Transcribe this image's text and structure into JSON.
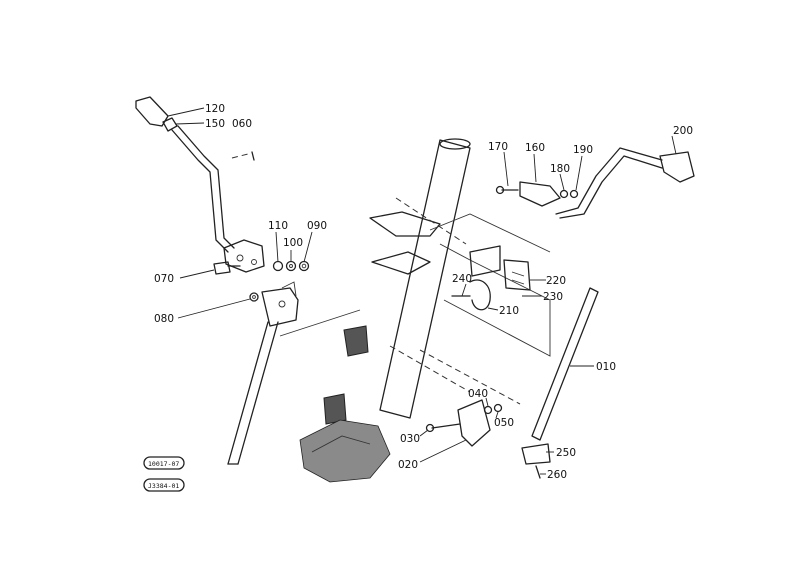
{
  "callouts": [
    {
      "id": "120",
      "text": "120"
    },
    {
      "id": "150",
      "text": "150"
    },
    {
      "id": "060",
      "text": "060"
    },
    {
      "id": "110",
      "text": "110"
    },
    {
      "id": "100",
      "text": "100"
    },
    {
      "id": "090",
      "text": "090"
    },
    {
      "id": "070",
      "text": "070"
    },
    {
      "id": "080",
      "text": "080"
    },
    {
      "id": "170",
      "text": "170"
    },
    {
      "id": "160",
      "text": "160"
    },
    {
      "id": "190",
      "text": "190"
    },
    {
      "id": "180",
      "text": "180"
    },
    {
      "id": "200",
      "text": "200"
    },
    {
      "id": "240",
      "text": "240"
    },
    {
      "id": "220",
      "text": "220"
    },
    {
      "id": "230",
      "text": "230"
    },
    {
      "id": "210",
      "text": "210"
    },
    {
      "id": "010",
      "text": "010"
    },
    {
      "id": "040",
      "text": "040"
    },
    {
      "id": "050",
      "text": "050"
    },
    {
      "id": "030",
      "text": "030"
    },
    {
      "id": "020",
      "text": "020"
    },
    {
      "id": "250",
      "text": "250"
    },
    {
      "id": "260",
      "text": "260"
    }
  ],
  "stamps": [
    {
      "text": "10017-07"
    },
    {
      "text": "J3384-01"
    }
  ]
}
